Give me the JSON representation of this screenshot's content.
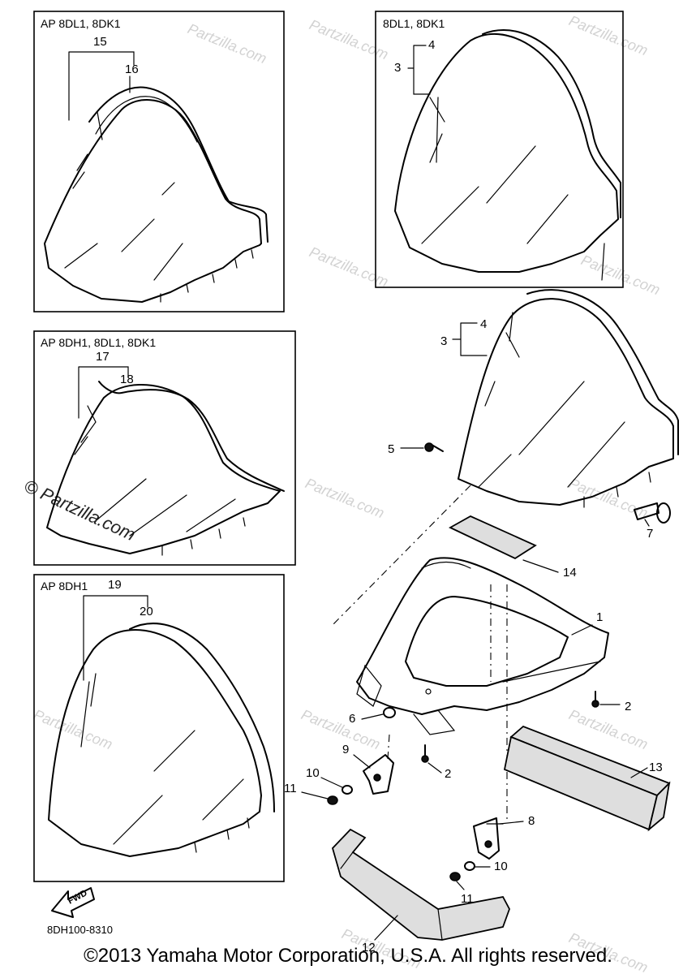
{
  "boxes": {
    "box1": {
      "title": "AP 8DL1, 8DK1",
      "labels": [
        "15",
        "16"
      ]
    },
    "box2": {
      "title": "8DL1, 8DK1",
      "labels": [
        "4",
        "3"
      ]
    },
    "box3": {
      "title": "AP 8DH1, 8DL1, 8DK1",
      "labels": [
        "17",
        "18"
      ]
    },
    "box4": {
      "title": "AP 8DH1",
      "labels": [
        "19",
        "20"
      ]
    }
  },
  "callouts": {
    "c1": "1",
    "c2a": "2",
    "c2b": "2",
    "c3": "3",
    "c4": "4",
    "c5": "5",
    "c6": "6",
    "c7": "7",
    "c8": "8",
    "c9": "9",
    "c10a": "10",
    "c10b": "10",
    "c11a": "11",
    "c11b": "11",
    "c12": "12",
    "c13": "13",
    "c14": "14"
  },
  "fwd_label": "FWD",
  "diagram_code": "8DH100-8310",
  "watermark": "Partzilla.com",
  "watermark_main": "© Partzilla.com",
  "copyright": "©2013  Yamaha Motor Corporation, U.S.A. All rights reserved."
}
